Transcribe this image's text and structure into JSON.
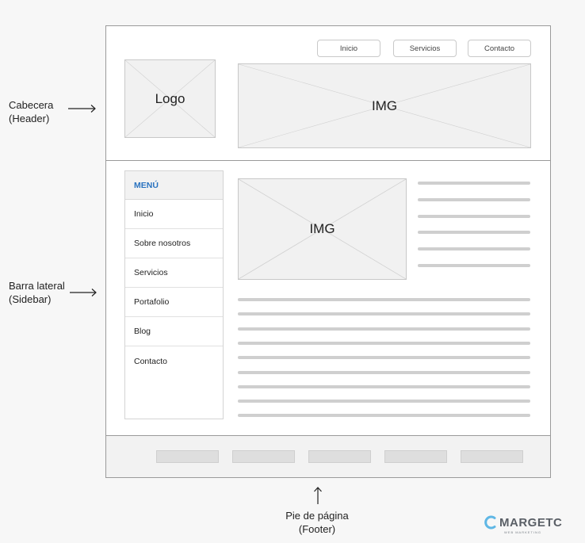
{
  "annotations": {
    "header": {
      "line1": "Cabecera",
      "line2": "(Header)"
    },
    "sidebar": {
      "line1": "Barra lateral",
      "line2": "(Sidebar)"
    },
    "footer": {
      "line1": "Pie de página",
      "line2": "(Footer)"
    }
  },
  "header": {
    "nav": [
      "Inicio",
      "Servicios",
      "Contacto"
    ],
    "logo_label": "Logo",
    "banner_label": "IMG"
  },
  "sidebar": {
    "title": "MENÚ",
    "items": [
      "Inicio",
      "Sobre nosotros",
      "Servicios",
      "Portafolio",
      "Blog",
      "Contacto"
    ]
  },
  "content": {
    "image_label": "IMG",
    "short_text_lines": 6,
    "long_text_lines": 9
  },
  "footer": {
    "link_placeholders": 5
  },
  "brand": {
    "name": "MARGETC",
    "tagline": "WEB MARKETING"
  },
  "colors": {
    "accent": "#2a73c0",
    "placeholder": "#f1f1f1",
    "line": "#cfcfcf"
  }
}
